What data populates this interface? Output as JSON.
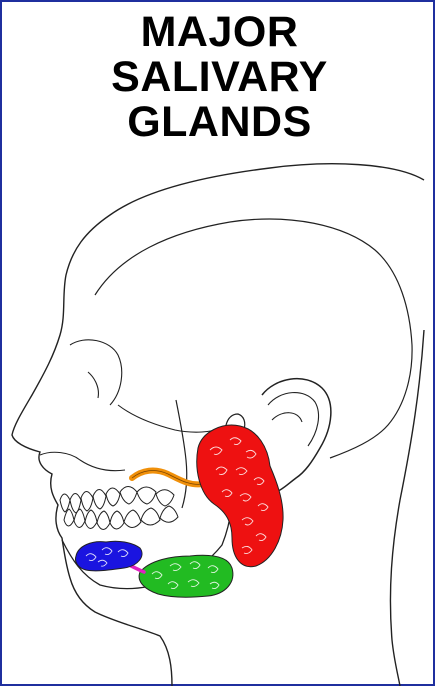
{
  "title_lines": [
    "MAJOR",
    "SALIVARY",
    "GLANDS"
  ],
  "colors": {
    "frame": "#1f2f9e",
    "parotid": "#ee1111",
    "parotid_duct": "#f0900a",
    "submandibular": "#22bb22",
    "sublingual": "#1a14e0",
    "submandibular_duct": "#e020c0",
    "outline": "#222222"
  }
}
